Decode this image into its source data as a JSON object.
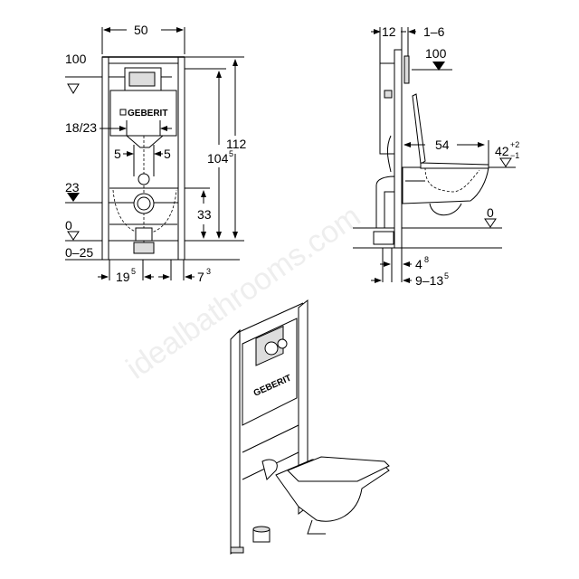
{
  "brand": "GEBERIT",
  "watermark": "idealbathrooms.com",
  "front_view": {
    "width": "50",
    "level_top": "100",
    "level_23": "23",
    "level_0": "0",
    "floor_range": "0–25",
    "flush_plate_spacing": "18/23",
    "left_offset": "5",
    "right_offset": "5",
    "height_total": "112",
    "height_main": "104",
    "height_main_sup": "5",
    "height_pan": "33",
    "bottom_left": "19",
    "bottom_left_sup": "5",
    "bottom_right": "7",
    "bottom_right_sup": "3"
  },
  "side_view": {
    "depth": "12",
    "wall_gap": "1–6",
    "level_top": "100",
    "projection": "54",
    "seat_height": "42",
    "seat_tol_plus": "+2",
    "seat_tol_minus": "−1",
    "level_0": "0",
    "bottom_a": "4",
    "bottom_a_sup": "8",
    "bottom_b": "9–13",
    "bottom_b_sup": "5"
  }
}
